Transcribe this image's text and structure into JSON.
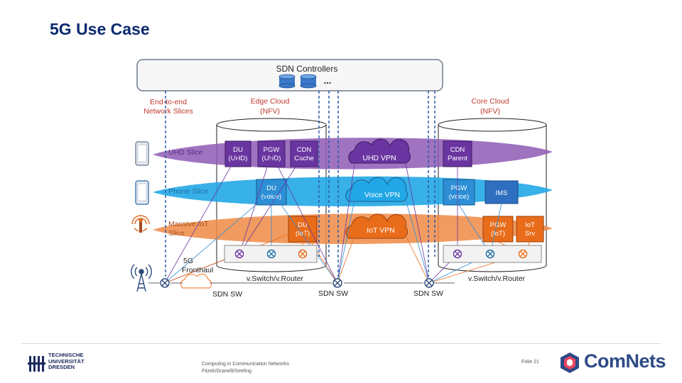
{
  "slide": {
    "title": "5G Use Case"
  },
  "diagram": {
    "sdn_controllers": "SDN Controllers",
    "ellipsis": "...",
    "end_to_end": [
      "End-to-end",
      "Network Slices"
    ],
    "edge_cloud": [
      "Edge Cloud",
      "(NFV)"
    ],
    "core_cloud": [
      "Core Cloud",
      "(NFV)"
    ],
    "uhd_slice": "UHD Slice",
    "phone_slice": "Phone Slice",
    "iot_slice": [
      "Massive IoT",
      "Slice"
    ],
    "du_uhd": [
      "DU",
      "(UHD)"
    ],
    "pgw_uhd": [
      "PGW",
      "(UHD)"
    ],
    "cdn_cache": [
      "CDN",
      "Cache"
    ],
    "uhd_vpn": "UHD VPN",
    "cdn_parent": [
      "CDN",
      "Parent"
    ],
    "du_voice": [
      "DU",
      "(voice)"
    ],
    "voice_vpn": "Voice VPN",
    "pgw_voice": [
      "PGW",
      "(voice)"
    ],
    "ims": "IMS",
    "du_iot": [
      "DU",
      "(IoT)"
    ],
    "iot_vpn": "IoT VPN",
    "pgw_iot": [
      "PGW",
      "(IoT)"
    ],
    "iot_srv": [
      "IoT",
      "Srv"
    ],
    "fronthaul": [
      "5G",
      "Fronthaul"
    ],
    "vswitch_left": "v.Switch/v.Router",
    "vswitch_right": "v.Switch/v.Router",
    "sdn_sw_1": "SDN SW",
    "sdn_sw_2": "SDN SW",
    "sdn_sw_3": "SDN SW",
    "colors": {
      "purple": "#8e5bb5",
      "blue": "#22a7e6",
      "orange": "#f08a45",
      "navy": "#1f4e8c"
    }
  },
  "footer": {
    "university": [
      "TECHNISCHE",
      "UNIVERSITÄT",
      "DRESDEN"
    ],
    "course": "Computing in Communication Networks",
    "authors": "Fitzek/Granelli/Seeling",
    "page": "Folie 21",
    "brand": "ComNets"
  }
}
